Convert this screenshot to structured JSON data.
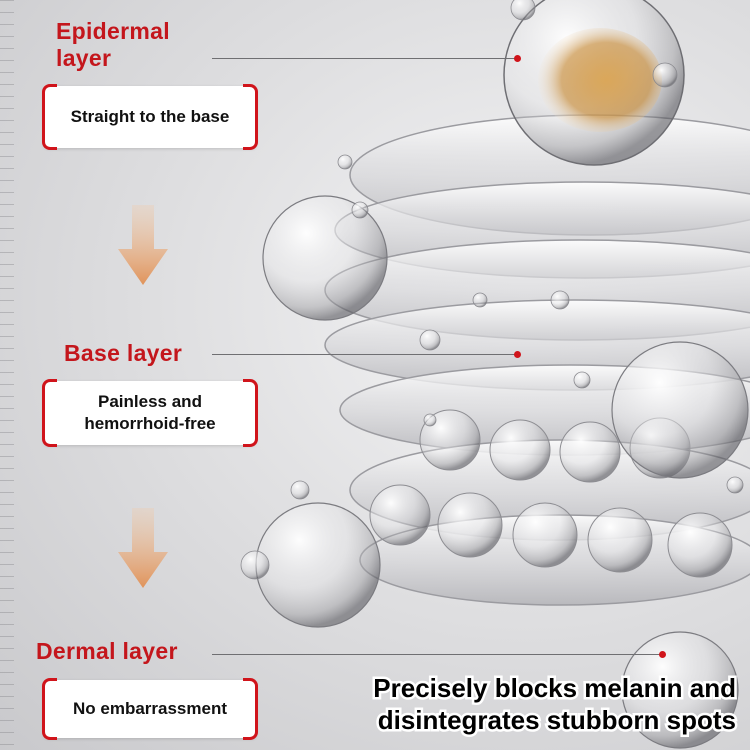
{
  "layers": [
    {
      "title": "Epidermal\nlayer",
      "tag": "Straight to the base"
    },
    {
      "title": "Base layer",
      "tag": "Painless and\nhemorrhoid-free"
    },
    {
      "title": "Dermal layer",
      "tag": "No embarrassment"
    }
  ],
  "caption": "Precisely blocks melanin and\ndisintegrates stubborn spots",
  "colors": {
    "accent_red": "#c4161c",
    "arrow_orange": "#e0935a",
    "tag_bg": "#ffffff"
  },
  "icons": [
    "down-arrow-icon",
    "down-arrow-icon"
  ]
}
